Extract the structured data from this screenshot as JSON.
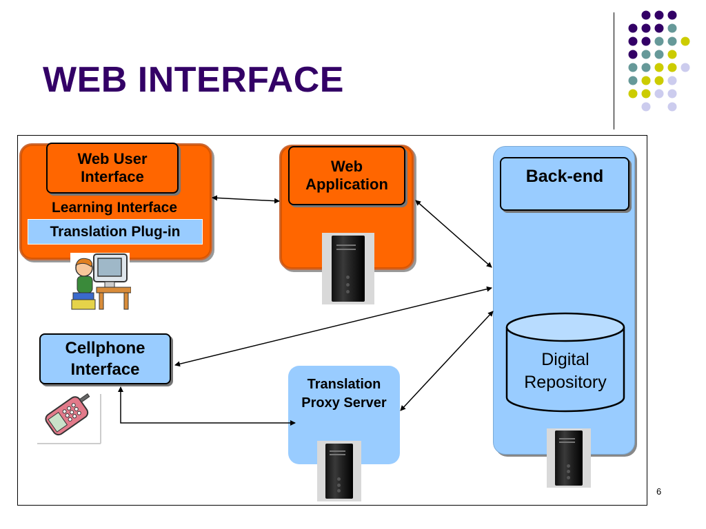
{
  "slide": {
    "title": "WEB INTERFACE",
    "page_number": "6"
  },
  "nodes": {
    "web_user_interface": "Web User Interface",
    "learning_interface": "Learning Interface",
    "translation_plugin": "Translation Plug-in",
    "web_application": "Web Application",
    "back_end": "Back-end",
    "digital_repository": "Digital Repository",
    "cellphone_interface": "Cellphone Interface",
    "translation_proxy_server": "Translation Proxy Server"
  },
  "icons": {
    "learner": "person-at-computer-icon",
    "cellphone": "cellphone-icon",
    "server": "server-tower-icon"
  },
  "colors": {
    "title": "#330066",
    "orange": "#ff6600",
    "light_blue": "#99ccff",
    "dot_purple": "#330066",
    "dot_teal": "#669999",
    "dot_yellow": "#cccc00",
    "dot_lavender": "#ccccee"
  }
}
